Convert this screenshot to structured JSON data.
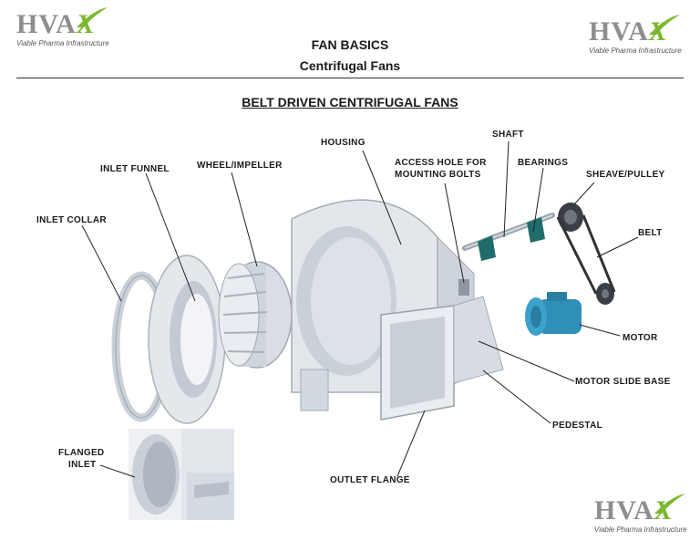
{
  "header": {
    "title": "FAN BASICS",
    "subtitle": "Centrifugal Fans"
  },
  "logos": {
    "brand": "HVA",
    "brand_x": "X",
    "tagline": "Viable Pharma Infrastructure",
    "colors": {
      "gray": "#8e8e8e",
      "green": "#7cb82f"
    }
  },
  "diagram": {
    "title": "BELT DRIVEN CENTRIFUGAL FANS",
    "labels": {
      "housing": "HOUSING",
      "shaft": "SHAFT",
      "access_hole_1": "ACCESS HOLE FOR",
      "access_hole_2": "MOUNTING BOLTS",
      "bearings": "BEARINGS",
      "inlet_funnel": "INLET FUNNEL",
      "wheel_impeller": "WHEEL/IMPELLER",
      "sheave_pulley": "SHEAVE/PULLEY",
      "inlet_collar": "INLET COLLAR",
      "belt": "BELT",
      "motor": "MOTOR",
      "motor_slide_base": "MOTOR SLIDE BASE",
      "pedestal": "PEDESTAL",
      "flanged_inlet_1": "FLANGED",
      "flanged_inlet_2": "INLET",
      "outlet_flange": "OUTLET FLANGE"
    },
    "colors": {
      "metal": "#dfe4ea",
      "metal_dark": "#b9c1cb",
      "motor": "#2f8fb8",
      "bearing": "#1f6d6a",
      "belt": "#333333"
    }
  }
}
